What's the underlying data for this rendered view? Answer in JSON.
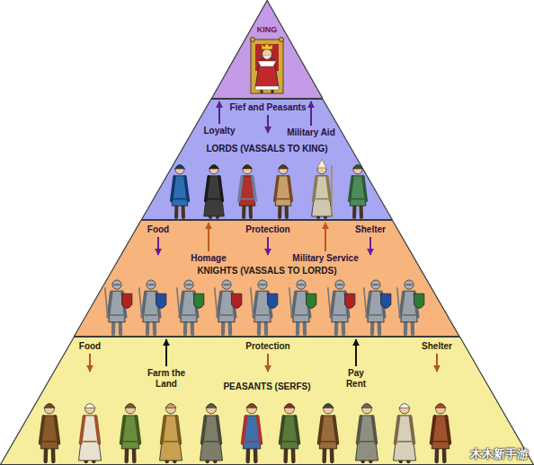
{
  "diagram": {
    "nodes": [
      {
        "text": [
          "KING"
        ]
      },
      {
        "text": [
          "LORDS (VASSALS TO KING)"
        ]
      },
      {
        "text": [
          "KNIGHTS (VASSALS TO LORDS)"
        ]
      },
      {
        "text": [
          "PEASANTS (SERFS)"
        ]
      }
    ],
    "edges": [
      {
        "from": 0,
        "to": 1,
        "label": "Fief and Peasants",
        "arrow": "to"
      },
      {
        "from": 1,
        "to": 0,
        "label": "Loyalty",
        "arrow": "to"
      },
      {
        "from": 1,
        "to": 0,
        "label": "Military Aid",
        "arrow": "to"
      },
      {
        "from": 1,
        "to": 2,
        "label": "Food",
        "arrow": "to"
      },
      {
        "from": 2,
        "to": 1,
        "label": "Homage",
        "arrow": "to"
      },
      {
        "from": 1,
        "to": 2,
        "label": "Protection",
        "arrow": "to"
      },
      {
        "from": 2,
        "to": 1,
        "label": "Military Service",
        "arrow": "to"
      },
      {
        "from": 1,
        "to": 2,
        "label": "Shelter",
        "arrow": "to"
      },
      {
        "from": 2,
        "to": 3,
        "label": "Food",
        "arrow": "to"
      },
      {
        "from": 3,
        "to": 2,
        "label": "Farm the Land",
        "arrow": "to"
      },
      {
        "from": 2,
        "to": 3,
        "label": "Protection",
        "arrow": "to"
      },
      {
        "from": 3,
        "to": 2,
        "label": "Pay Rent",
        "arrow": "to"
      },
      {
        "from": 2,
        "to": 3,
        "label": "Shelter",
        "arrow": "to"
      }
    ],
    "labels": [
      "木木新手游"
    ]
  }
}
